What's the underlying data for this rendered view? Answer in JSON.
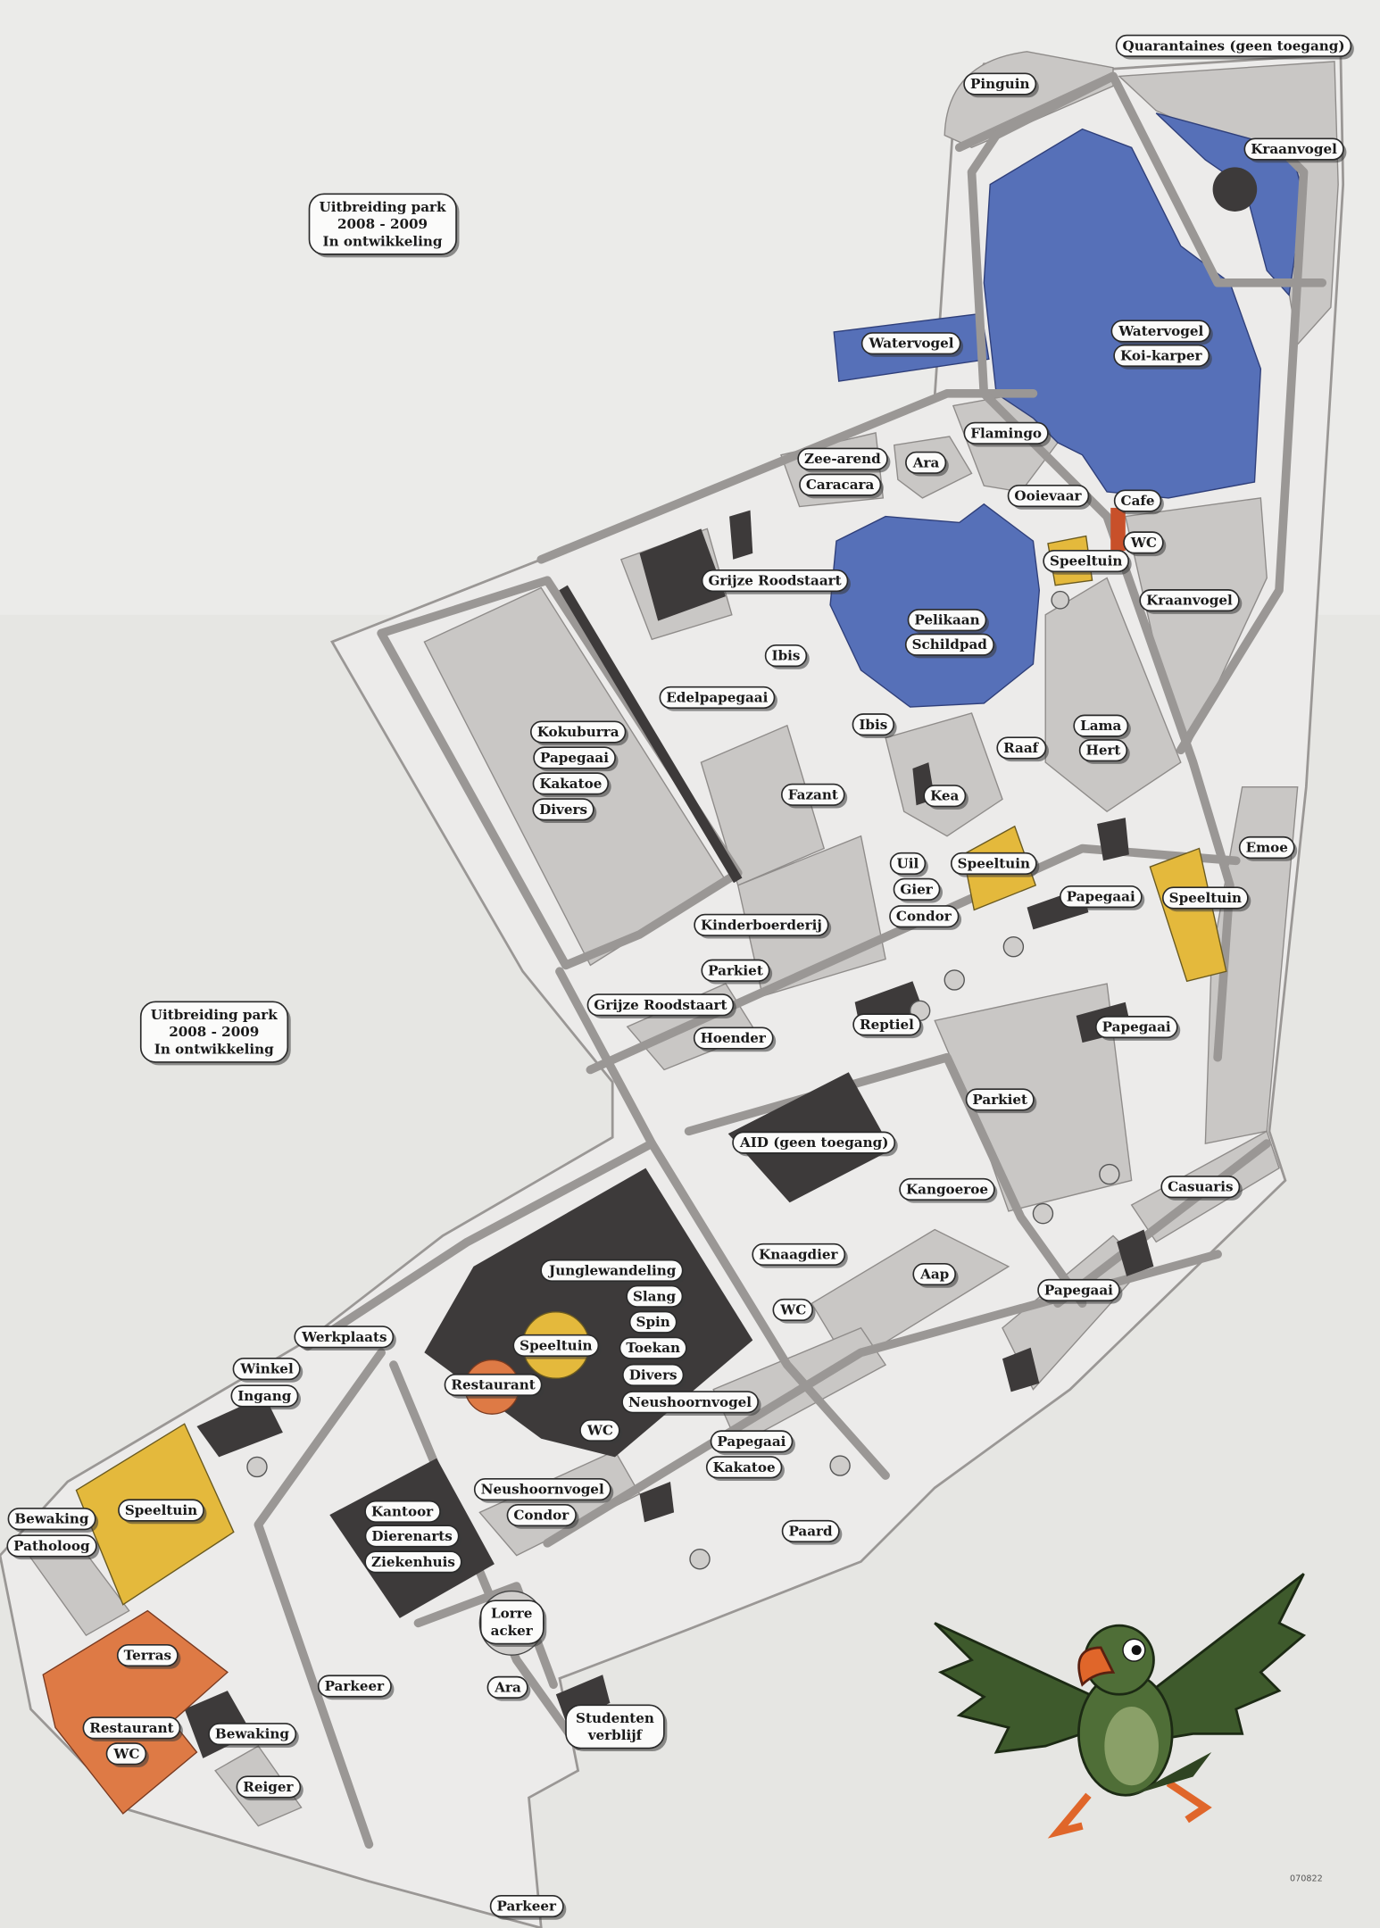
{
  "map_title_notes": {
    "quarantine": "Quarantaines (geen toegang)",
    "expansion_top": [
      "Uitbreiding park",
      "2008 - 2009",
      "In ontwikkeling"
    ],
    "expansion_left": [
      "Uitbreiding park",
      "2008 - 2009",
      "In ontwikkeling"
    ]
  },
  "colors": {
    "paper": "#e6e6e3",
    "water": "#5670b8",
    "playground": "#e4b93c",
    "restaurant": "#de7a45",
    "building": "#3d3a3a",
    "enclosure": "#c9c7c5",
    "path": "#9a9795"
  },
  "labels": {
    "pinguin": "Pinguin",
    "kraanvogel_1": "Kraanvogel",
    "watervogel_1": "Watervogel",
    "watervogel_2": "Watervogel",
    "koikarper": "Koi-karper",
    "flamingo": "Flamingo",
    "zeearend": "Zee-arend",
    "caracara": "Caracara",
    "ara_1": "Ara",
    "ooievaar": "Ooievaar",
    "cafe": "Cafe",
    "wc_1": "WC",
    "speeltuin_1": "Speeltuin",
    "grijze_roodstaart_1": "Grijze Roodstaart",
    "kraanvogel_2": "Kraanvogel",
    "pelikaan": "Pelikaan",
    "schildpad": "Schildpad",
    "ibis_1": "Ibis",
    "edelpapegaai": "Edelpapegaai",
    "ibis_2": "Ibis",
    "lama": "Lama",
    "hert": "Hert",
    "raaf": "Raaf",
    "kokuburra": "Kokuburra",
    "papegaai_1": "Papegaai",
    "kakatoe_1": "Kakatoe",
    "divers_1": "Divers",
    "fazant": "Fazant",
    "kea": "Kea",
    "emoe": "Emoe",
    "uil": "Uil",
    "gier": "Gier",
    "condor_1": "Condor",
    "speeltuin_2": "Speeltuin",
    "papegaai_2": "Papegaai",
    "speeltuin_3": "Speeltuin",
    "kinderboerderij": "Kinderboerderij",
    "parkiet_1": "Parkiet",
    "grijze_roodstaart_2": "Grijze Roodstaart",
    "reptiel": "Reptiel",
    "papegaai_3": "Papegaai",
    "hoender": "Hoender",
    "parkiet_2": "Parkiet",
    "aid": "AID (geen toegang)",
    "kangoeroe": "Kangoeroe",
    "casuaris": "Casuaris",
    "knaagdier": "Knaagdier",
    "junglewandeling": "Junglewandeling",
    "aap": "Aap",
    "slang": "Slang",
    "papegaai_4": "Papegaai",
    "wc_2": "WC",
    "spin": "Spin",
    "werkplaats": "Werkplaats",
    "speeltuin_4": "Speeltuin",
    "toekan": "Toekan",
    "winkel": "Winkel",
    "restaurant_1": "Restaurant",
    "divers_2": "Divers",
    "ingang": "Ingang",
    "neushoornvogel_1": "Neushoornvogel",
    "wc_3": "WC",
    "papegaai_5": "Papegaai",
    "kakatoe_2": "Kakatoe",
    "neushoornvogel_2": "Neushoornvogel",
    "bewaking_1": "Bewaking",
    "speeltuin_5": "Speeltuin",
    "condor_2": "Condor",
    "kantoor": "Kantoor",
    "dierenarts": "Dierenarts",
    "ziekenhuis": "Ziekenhuis",
    "paard": "Paard",
    "patholoog": "Patholoog",
    "lorre_acker": [
      "Lorre",
      "acker"
    ],
    "terras": "Terras",
    "parkeer_1": "Parkeer",
    "ara_2": "Ara",
    "studentenverblijf": [
      "Studenten",
      "verblijf"
    ],
    "restaurant_2": "Restaurant",
    "bewaking_2": "Bewaking",
    "wc_4": "WC",
    "reiger": "Reiger",
    "parkeer_2": "Parkeer"
  },
  "print_code": "070822",
  "mascot": "parrot-icon"
}
